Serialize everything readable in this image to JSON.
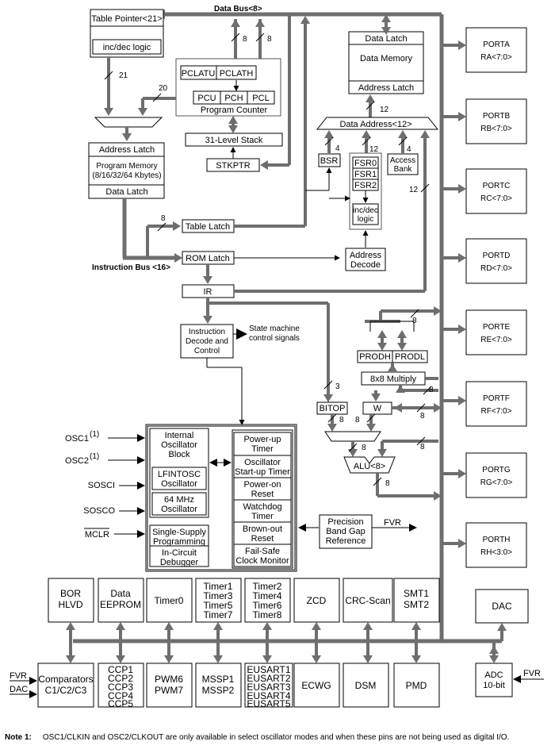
{
  "labels": {
    "data_bus": "Data Bus<8>",
    "instruction_bus": "Instruction Bus <16>",
    "state_machine": [
      "State machine",
      "control signals"
    ],
    "bus_widths": {
      "w8": "8",
      "w21": "21",
      "w20": "20",
      "w12": "12",
      "w4": "4",
      "w3": "3"
    }
  },
  "blocks": {
    "table_pointer": "Table Pointer<21>",
    "inc_dec_logic": "inc/dec logic",
    "pclatu": "PCLATU",
    "pclath": "PCLATH",
    "pcu": "PCU",
    "pch": "PCH",
    "pcl": "PCL",
    "program_counter": "Program Counter",
    "stack": "31-Level Stack",
    "stkptr": "STKPTR",
    "address_latch": "Address Latch",
    "program_memory": [
      "Program Memory",
      "(8/16/32/64 Kbytes)"
    ],
    "pm_data_latch": "Data Latch",
    "dm_data_latch": "Data Latch",
    "data_memory": "Data Memory",
    "dm_address_latch": "Address Latch",
    "data_address": "Data Address<12>",
    "bsr": "BSR",
    "fsr0": "FSR0",
    "fsr1": "FSR1",
    "fsr2": "FSR2",
    "fsr_incdec": [
      "inc/dec",
      "logic"
    ],
    "access_bank": [
      "Access",
      "Bank"
    ],
    "address_decode": [
      "Address",
      "Decode"
    ],
    "table_latch": "Table Latch",
    "rom_latch": "ROM Latch",
    "ir": "IR",
    "instr_decode": [
      "Instruction",
      "Decode and",
      "Control"
    ],
    "prodh": "PRODH",
    "prodl": "PRODL",
    "multiply": "8x8 Multiply",
    "bitop": "BITOP",
    "w": "W",
    "alu": "ALU<8>",
    "internal_osc": [
      "Internal",
      "Oscillator",
      "Block"
    ],
    "lfintosc": [
      "LFINTOSC",
      "Oscillator"
    ],
    "mhz64": [
      "64 MHz",
      "Oscillator"
    ],
    "single_supply": [
      "Single-Supply",
      "Programming"
    ],
    "icd": [
      "In-Circuit",
      "Debugger"
    ],
    "powerup": [
      "Power-up",
      "Timer"
    ],
    "osc_startup": [
      "Oscillator",
      "Start-up Timer"
    ],
    "poweron": [
      "Power-on",
      "Reset"
    ],
    "watchdog": [
      "Watchdog",
      "Timer"
    ],
    "brownout": [
      "Brown-out",
      "Reset"
    ],
    "failsafe": [
      "Fail-Safe",
      "Clock Monitor"
    ],
    "bandgap": [
      "Precision",
      "Band Gap",
      "Reference"
    ],
    "fvr_out": "FVR"
  },
  "pins": {
    "osc1": "OSC1",
    "osc1_sup": "(1)",
    "osc2": "OSC2",
    "osc2_sup": "(1)",
    "sosci": "SOSCI",
    "sosco": "SOSCO",
    "mclr": "MCLR"
  },
  "ports": [
    {
      "name": "PORTA",
      "pins": "RA<7:0>"
    },
    {
      "name": "PORTB",
      "pins": "RB<7:0>"
    },
    {
      "name": "PORTC",
      "pins": "RC<7:0>"
    },
    {
      "name": "PORTD",
      "pins": "RD<7:0>"
    },
    {
      "name": "PORTE",
      "pins": "RE<7:0>"
    },
    {
      "name": "PORTF",
      "pins": "RF<7:0>"
    },
    {
      "name": "PORTG",
      "pins": "RG<7:0>"
    },
    {
      "name": "PORTH",
      "pins": "RH<3:0>"
    }
  ],
  "peripherals_top": [
    [
      "BOR",
      "HLVD"
    ],
    [
      "Data",
      "EEPROM"
    ],
    [
      "Timer0"
    ],
    [
      "Timer1",
      "Timer3",
      "Timer5",
      "Timer7"
    ],
    [
      "Timer2",
      "Timer4",
      "Timer6",
      "Timer8"
    ],
    [
      "ZCD"
    ],
    [
      "CRC-Scan"
    ],
    [
      "SMT1",
      "SMT2"
    ]
  ],
  "peripherals_bottom": [
    [
      "Comparators",
      "C1/C2/C3"
    ],
    [
      "CCP1",
      "CCP2",
      "CCP3",
      "CCP4",
      "CCP5"
    ],
    [
      "PWM6",
      "PWM7"
    ],
    [
      "MSSP1",
      "MSSP2"
    ],
    [
      "EUSART1",
      "EUSART2",
      "EUSART3",
      "EUSART4",
      "EUSART5"
    ],
    [
      "ECWG"
    ],
    [
      "DSM"
    ],
    [
      "PMD"
    ]
  ],
  "dac": "DAC",
  "adc": [
    "ADC",
    "10-bit"
  ],
  "comp_inputs": {
    "fvr": "FVR",
    "dac": "DAC"
  },
  "adc_input": "FVR",
  "note": {
    "label": "Note    1:",
    "text": "OSC1/CLKIN and OSC2/CLKOUT are only available in select oscillator modes and when these pins are not being used as digital I/O."
  }
}
